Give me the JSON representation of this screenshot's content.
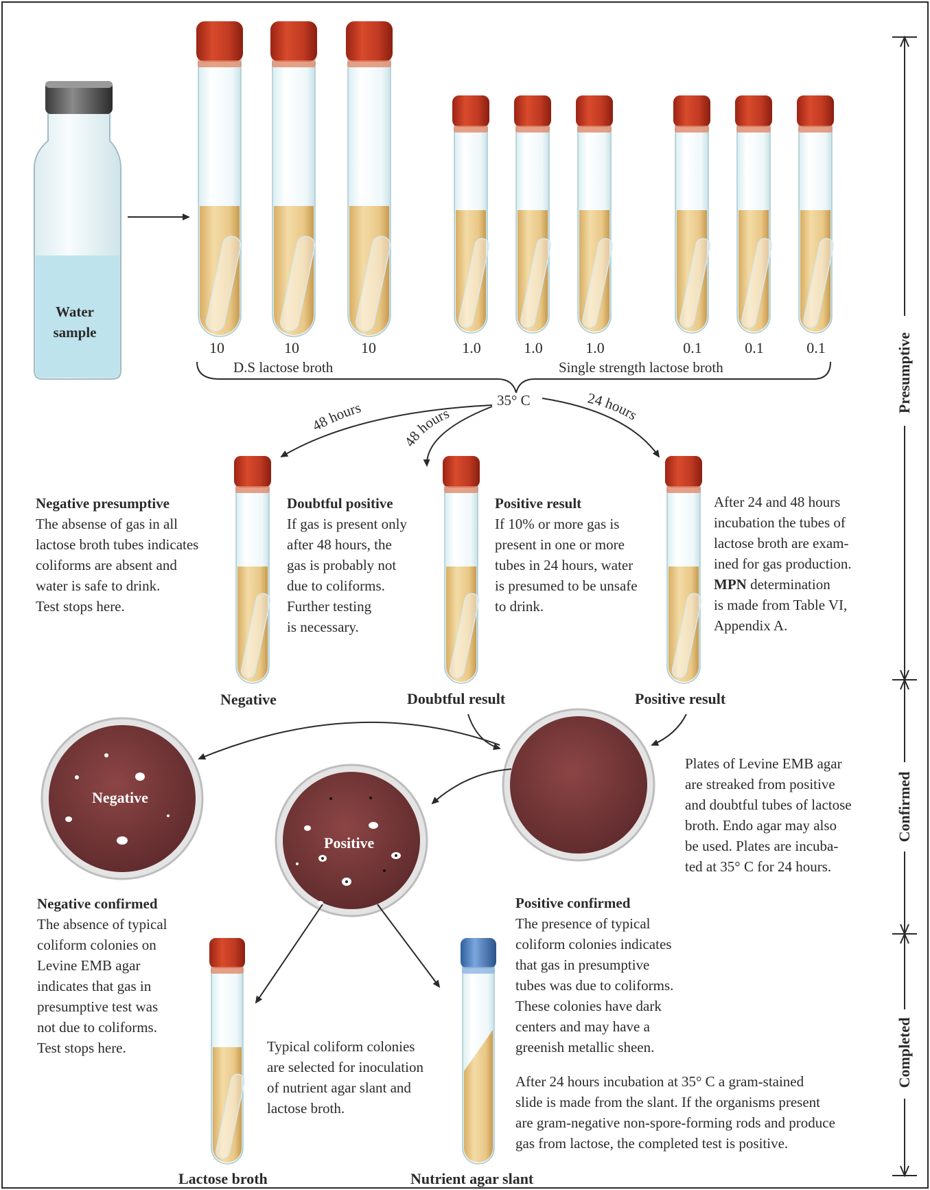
{
  "bottle": {
    "label_line1": "Water",
    "label_line2": "sample"
  },
  "tube_volumes": [
    "10",
    "10",
    "10",
    "1.0",
    "1.0",
    "1.0",
    "0.1",
    "0.1",
    "0.1"
  ],
  "group_labels": {
    "ds": "D.S lactose broth",
    "ss": "Single strength lactose broth"
  },
  "incubation": {
    "temp": "35° C",
    "left": "48 hours",
    "mid": "48 hours",
    "right": "24 hours"
  },
  "presumptive": {
    "negative": {
      "heading": "Negative presumptive",
      "lines": [
        "The absense of gas in all",
        "lactose broth tubes indicates",
        "coliforms are absent and",
        "water is safe to drink.",
        "Test stops here."
      ],
      "tube_label": "Negative"
    },
    "doubtful": {
      "heading": "Doubtful positive",
      "lines": [
        "If gas is present only",
        "after 48 hours, the",
        "gas is probably not",
        "due to coliforms.",
        "Further testing",
        "is necessary."
      ],
      "tube_label": "Doubtful result"
    },
    "positive": {
      "heading": "Positive result",
      "lines": [
        "If 10% or more gas is",
        "present in one or more",
        "tubes in 24 hours, water",
        "is presumed to be unsafe",
        "to drink."
      ],
      "tube_label": "Positive result"
    },
    "note": {
      "lines": [
        "After 24 and 48 hours",
        "incubation the tubes of",
        "lactose broth are exam-",
        "ined for gas production."
      ],
      "mpn_bold": "MPN",
      "mpn_rest": " determination",
      "lines2": [
        "is made from Table VI,",
        "Appendix A."
      ]
    }
  },
  "confirmed": {
    "plate_negative": "Negative",
    "plate_positive": "Positive",
    "plates_note": [
      "Plates of Levine EMB agar",
      "are streaked from positive",
      "and doubtful tubes of lactose",
      "broth.  Endo agar may also",
      "be used.  Plates are incuba-",
      "ted at 35° C for 24 hours."
    ],
    "neg_confirmed": {
      "heading": "Negative confirmed",
      "lines": [
        "The absence of typical",
        "coliform colonies on",
        "Levine EMB agar",
        "indicates that gas in",
        "presumptive test was",
        "not due to coliforms.",
        "Test stops here."
      ]
    },
    "pos_confirmed": {
      "heading": "Positive confirmed",
      "lines": [
        "The presence of typical",
        "coliform colonies indicates",
        "that gas in presumptive",
        "tubes was due to coliforms.",
        "These colonies have dark",
        "centers and may have a",
        "greenish metallic sheen."
      ]
    }
  },
  "completed": {
    "selection": [
      "Typical coliform colonies",
      "are selected for inoculation",
      "of nutrient agar slant and",
      "lactose broth."
    ],
    "final": [
      "After 24 hours incubation at 35° C a gram-stained",
      "slide is made from the slant.  If the organisms present",
      "are gram-negative non-spore-forming rods and produce",
      "gas from lactose, the completed test is positive."
    ],
    "lactose_label": "Lactose broth",
    "slant_label": "Nutrient agar slant"
  },
  "phases": {
    "presumptive": "Presumptive",
    "confirmed": "Confirmed",
    "completed": "Completed"
  },
  "colors": {
    "cap_red": "#c0301e",
    "cap_blue": "#4a7fc4",
    "broth": "#e8c88a",
    "plate": "#7a3838",
    "water": "#bfe3ec"
  }
}
